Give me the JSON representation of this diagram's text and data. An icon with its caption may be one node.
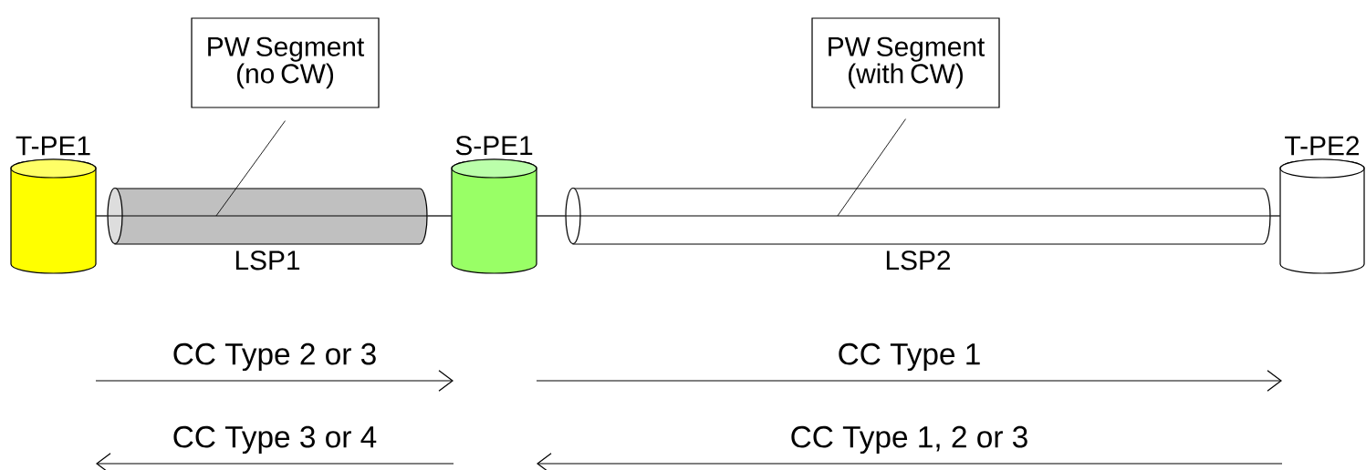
{
  "diagram": {
    "nodes": [
      {
        "text": [
          "T-PE1"
        ]
      },
      {
        "text": [
          "LSP1"
        ]
      },
      {
        "text": [
          "S-PE1"
        ]
      },
      {
        "text": [
          "LSP2"
        ]
      },
      {
        "text": [
          "T-PE2"
        ]
      },
      {
        "text": [
          "PW Segment (no CW)"
        ]
      },
      {
        "text": [
          "PW Segment (with CW)"
        ]
      }
    ],
    "edges": [
      {
        "from": 0,
        "to": 1,
        "arrow": "none"
      },
      {
        "from": 1,
        "to": 2,
        "arrow": "none"
      },
      {
        "from": 2,
        "to": 3,
        "arrow": "none"
      },
      {
        "from": 3,
        "to": 4,
        "arrow": "none"
      },
      {
        "from": 5,
        "to": 1,
        "arrow": "none"
      },
      {
        "from": 6,
        "to": 3,
        "arrow": "none"
      }
    ],
    "labels": [
      "CC Type 2 or 3",
      "CC Type 1",
      "CC Type 3 or 4",
      "CC Type 1, 2 or 3"
    ]
  }
}
